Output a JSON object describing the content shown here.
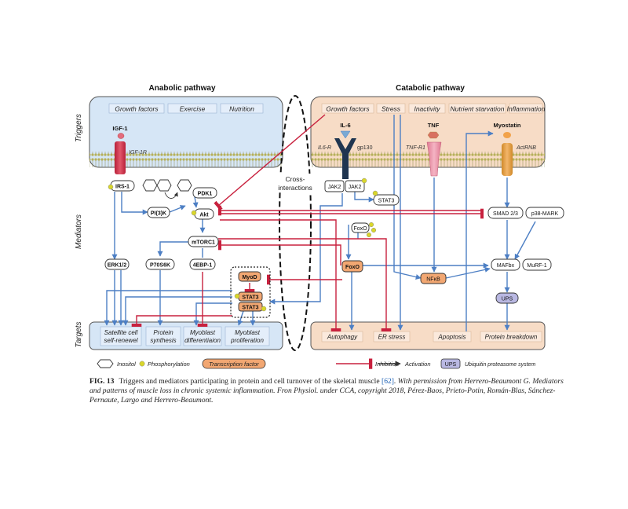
{
  "headers": {
    "anabolic": "Anabolic pathway",
    "catabolic": "Catabolic pathway"
  },
  "row_labels": {
    "triggers": "Triggers",
    "mediators": "Mediators",
    "targets": "Targets"
  },
  "cross_interactions": [
    "Cross-",
    "interactions"
  ],
  "anabolic_triggers": [
    "Growth factors",
    "Exercise",
    "Nutrition"
  ],
  "catabolic_triggers": [
    "Growth factors",
    "Stress",
    "Inactivity",
    "Nutrient starvation",
    "Inflammation"
  ],
  "receptors": {
    "igf1": "IGF-1",
    "igf1r": "IGF-1R",
    "il6": "IL-6",
    "il6r": "IL6-R",
    "gp130": "gp130",
    "tnf": "TNF",
    "tnfr1": "TNF-R1",
    "myostatin": "Myostatin",
    "actrnb": "ActRNB"
  },
  "mediators": {
    "irs1": "IRS-1",
    "pi3k": "PI(3)K",
    "pdk1": "PDK1",
    "akt": "Akt",
    "mtorc1": "mTORC1",
    "erk12": "ERK1/2",
    "p70s6k": "P70S6K",
    "ebp1": "4EBP-1",
    "myod": "MyoD",
    "stat3": "STAT3",
    "jak2": "JAK2",
    "foxo": "FoxO",
    "nfkb": "NFκB",
    "smad": "SMAD 2/3",
    "p38": "p38-MARK",
    "mafbx": "MAFbx",
    "murf1": "MuRF-1",
    "ups": "UPS"
  },
  "anabolic_targets": [
    "Satellite cell",
    "self-renewel",
    "Protein",
    "synthesis",
    "Myoblast",
    "differentiaion",
    "Myoblast",
    "proliferation"
  ],
  "catabolic_targets": [
    "Autophagy",
    "ER stress",
    "Apoptosis",
    "Protein breakdown"
  ],
  "legend": {
    "inositol": "Inositol",
    "phosphorylation": "Phosphorylation",
    "transcription_factor": "Transcription factor",
    "inhibition": "Inhibition",
    "activation": "Activation",
    "ups": "UPS",
    "ups_desc": "Ubiquitin proteasome system"
  },
  "caption": {
    "fig_label": "FIG. 13",
    "text": "Triggers and mediators participating in protein and cell turnover of the skeletal muscle",
    "ref": "[62]",
    "permission": ". With permission from Herrero-Beaumont G. Mediators and patterns of muscle loss in chronic systemic inflammation. Fron Physiol. under CCA, copyright 2018, Pérez-Baos, Prieto-Potin, Román-Blas, Sánchez-Pernaute, Largo and Herrero-Beaumont."
  },
  "colors": {
    "anabolic_bg": "#d6e6f6",
    "catabolic_bg": "#f7dcc6",
    "inhibition": "#c8213e",
    "activation": "#4d7fc4",
    "transcription_factor": "#f2a772",
    "phosphorylation": "#d9d62b",
    "receptor_igf": "#d94a5c"
  }
}
